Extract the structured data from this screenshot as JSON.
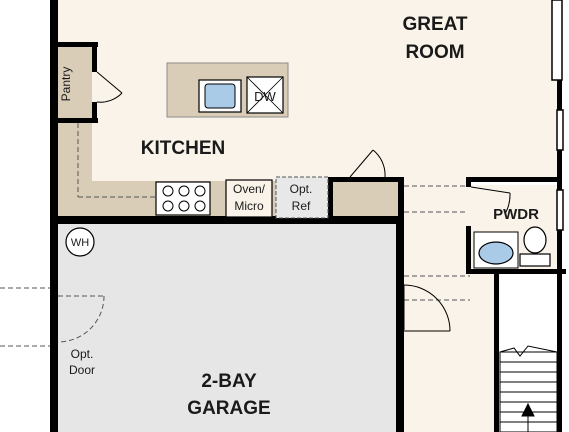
{
  "rooms": {
    "great_room_line1": "GREAT",
    "great_room_line2": "ROOM",
    "kitchen": "KITCHEN",
    "garage_line1": "2-BAY",
    "garage_line2": "GARAGE",
    "powder": "PWDR"
  },
  "fixtures": {
    "pantry": "Pantry",
    "dishwasher": "DW",
    "oven_line1": "Oven/",
    "oven_line2": "Micro",
    "opt_ref_line1": "Opt.",
    "opt_ref_line2": "Ref",
    "water_heater": "WH",
    "opt_door_line1": "Opt.",
    "opt_door_line2": "Door"
  },
  "colors": {
    "floor": "#faf3e9",
    "garage_floor": "#e6e6e6",
    "counter": "#d9cdb8",
    "wall": "#000000",
    "sink": "#a9cbe8"
  }
}
